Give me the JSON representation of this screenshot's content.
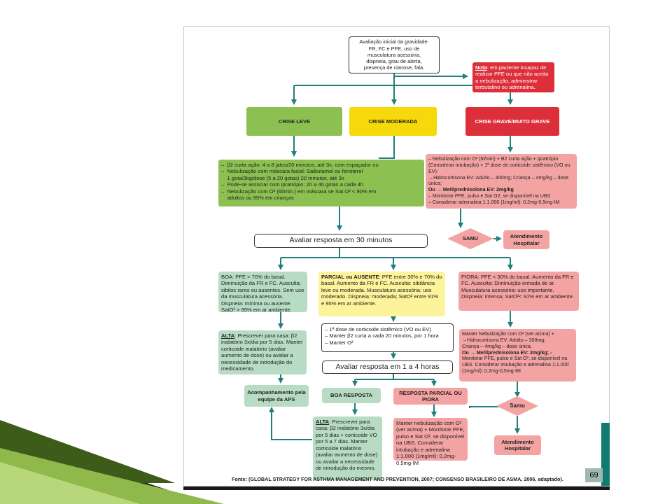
{
  "diagram": {
    "start": [
      "Avaliação inicial da gravidade:",
      "FR, FC e PFE, uso de",
      "musculatura acessória,",
      "dispneia, grau de alerta,",
      "presença de cianose, fala."
    ],
    "note": {
      "label": "Nota",
      "text": ": em paciente incapaz de realizar PFE ou que não aceita a nebulização, administrar terbutalino ou adrenalina",
      "end": "."
    },
    "crise_leve": "CRISE LEVE",
    "crise_moderada": "CRISE MODERADA",
    "crise_grave": "CRISE GRAVE/MUITO GRAVE",
    "leve_treatment": [
      "–  β2 curta ação: 4 a 8 jatos/20 minutos, até 3x, com espaçador ou",
      "–  Nebulização com máscara facial: Salbutamol ou fenoterol",
      "    1 gota/3kg/dose (5 a 20 gotas) 20 minutos, até 3x",
      "–  Pode-se associar com ipratrópio: 20 a 40 gotas a cada 4h",
      "–  Nebulização com O² (6l/min.) em máscara se Sat O² < 90% em",
      "    adultos ou 95% em crianças"
    ],
    "grave_treatment": [
      "– Nebulização com O² (6l/min) + B2 curta ação + ipratrópio (Considerar intubação) + 1ª dose de corticoide sistêmico (VO ou EV):",
      "→Hidrocortisona EV: Adulto – 300mg; Criança – 4mg/kg – dose única;",
      "Ou → Metilprednisolona EV: 2mg/kg",
      "– Monitorar PFE, pulso e Sat O2, se disponível na UBS",
      "– Considerar adrenalina 1:1.000 (1mg/ml): 0,2mg-0,5mg-IM"
    ],
    "avaliar_30": "Avaliar resposta em 30 minutos",
    "samu": "SAMU",
    "atendimento_1": "Atendimento Hospitalar",
    "boa": "BOA: PFE > 70% do basal. Diminuição da FR e FC. Ausculta: sibilos raros ou ausentes. Sem uso da musculatura acessória. Dispneia: mínima ou ausente. SatO² > 95% em ar ambiente.",
    "parcial": {
      "label": "PARCIAL ou AUSENTE",
      "text": ": PFE entre 30% e 70% do basal. Aumento da FR e FC. Ausculta: sibilância leve ou moderada. Musculatura acessória: uso moderado. Dispneia: moderada; SatO² entre 91% e 95% em ar ambiente."
    },
    "piora": "PIORA: PFE < 30% do basal. Aumento da FR e FC. Ausculta: Diminuição entrada de ar. Musculatura acessória: uso importante. Dispneia: intensa; SatO²< 91% em ar ambiente.",
    "alta_1": {
      "label": "ALTA",
      "text": ": Prescrever para casa: β2 inalatório 3x/dia por 5 dias. Manter corticoide inalatório (avaliar aumento de dose) ou avaliar a necessidade de introdução do medicamento."
    },
    "mid_treatment": [
      "– 1ª dose de corticoide sistêmico (VO ou EV)",
      "– Manter β2 curta a cada 20 minutos, por 1 hora",
      "– Manter O²"
    ],
    "avaliar_1_4": "Avaliar resposta em 1 a 4 horas",
    "piora_treatment": [
      "Manter Nebulização com O² (ver acima) +",
      "→Hidrocortisona EV: Adulto – 300mg;",
      "Criança – 4mg/kg – dose única.",
      "Ou → Metilprednisolona EV: 2mg/kg; -",
      "Monitorar PFE, pulso e Sat O², se disponível na UBS. Considerar intubação e adrenalina 1:1.000 (1mg/ml): 0,2mg-0,5mg-IM"
    ],
    "acompanhamento": "Acompanhamento pela equipe da APS",
    "boa_resposta": "BOA RESPOSTA",
    "resposta_parcial": "RESPOSTA PARCIAL OU PIORA",
    "alta_2": {
      "label": "ALTA",
      "text": ": Prescrever para casa: β2 inalatório 3x/dia por 5 dias + corticoide VO por 5 a 7 dias. Manter corticoide inalatório (avaliar aumento de dose) ou avaliar a necessidade de introdução do mesmo."
    },
    "manter_neb": "Manter nebulização com O² (ver acima) + Monitorar PFE, pulso e Sat O², se disponível na UBS. Considerar intubação e adrenalina 1:1.000 (1mg/ml): 0,2mg-0,5mg-IM",
    "samu_2": "Samu",
    "atendimento_2": "Atendimento Hospitalar",
    "fonte_label": "Fonte:",
    "fonte_text": "(GLOBAL STRATEGY FOR ASTHMA MANAGEMENT AND PREVENTION, 2007; CONSENSO BRASILEIRO DE ASMA, 2006, adaptado)."
  },
  "page_number": "69",
  "colors": {
    "arrow": "#1f7f7a",
    "green": "#8cc151",
    "yellow": "#f5d90a",
    "red": "#dc2f3a",
    "light_green": "#b7dcc3",
    "light_yellow": "#fdf39a",
    "light_red": "#f4a3a3",
    "teal": "#117a72",
    "chevron_green": "#6f9a2e"
  }
}
